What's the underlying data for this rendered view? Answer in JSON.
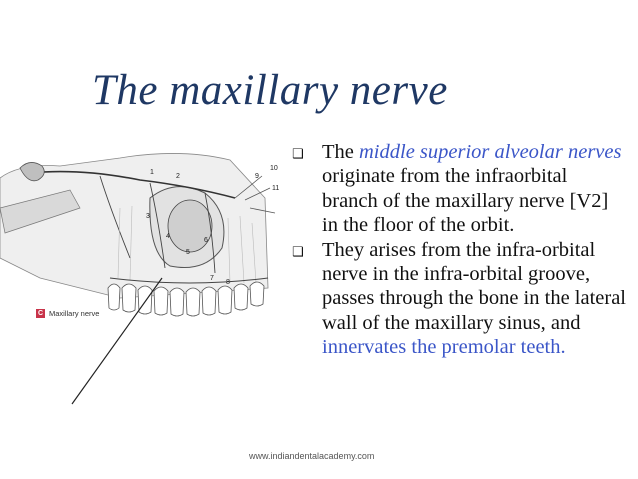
{
  "slide": {
    "title": "The maxillary nerve",
    "figure_caption": {
      "tag": "C",
      "label": "Maxillary nerve"
    },
    "figure_numbers": [
      "1",
      "2",
      "3",
      "4",
      "5",
      "6",
      "7",
      "8",
      "9",
      "10",
      "11"
    ],
    "bullets": [
      {
        "parts": [
          {
            "text": "The ",
            "style": "plain"
          },
          {
            "text": "middle superior alveolar nerves",
            "style": "highlight-italic"
          },
          {
            "text": " originate from the infraorbital branch of the maxillary nerve [V2] in the floor of the orbit.",
            "style": "plain"
          }
        ]
      },
      {
        "parts": [
          {
            "text": "They arises from the infra-orbital nerve in the infra-orbital groove, passes through the bone in the lateral wall of the maxillary sinus, and ",
            "style": "plain"
          },
          {
            "text": "innervates the premolar teeth.",
            "style": "highlight"
          }
        ]
      }
    ],
    "footer": "www.indiandentalacademy.com"
  },
  "colors": {
    "title": "#1f3864",
    "highlight": "#3b56c8",
    "caption_tag": "#c8344a"
  }
}
